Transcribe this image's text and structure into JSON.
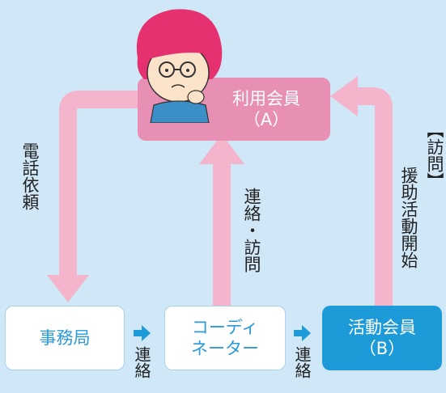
{
  "member": {
    "line1": "利用会員",
    "line2": "（A）"
  },
  "office": {
    "label": "事務局"
  },
  "coordinator": {
    "line1": "コーディ",
    "line2": "ネーター"
  },
  "activity_member": {
    "line1": "活動会員",
    "line2": "（B）"
  },
  "labels": {
    "phone_request": "電話依頼",
    "contact_visit": "連絡・訪問",
    "support_start": "援助活動開始",
    "visit_bracket": "【訪問】",
    "contact_1": "連絡",
    "contact_2": "連絡"
  },
  "colors": {
    "background": "#cfe7f6",
    "member_box": "#e890b4",
    "arrow_pink": "#f4b5cc",
    "activity_box": "#1c9bd8",
    "coordinator_text": "#2a9ad8",
    "small_arrow": "#1c9bd8"
  }
}
